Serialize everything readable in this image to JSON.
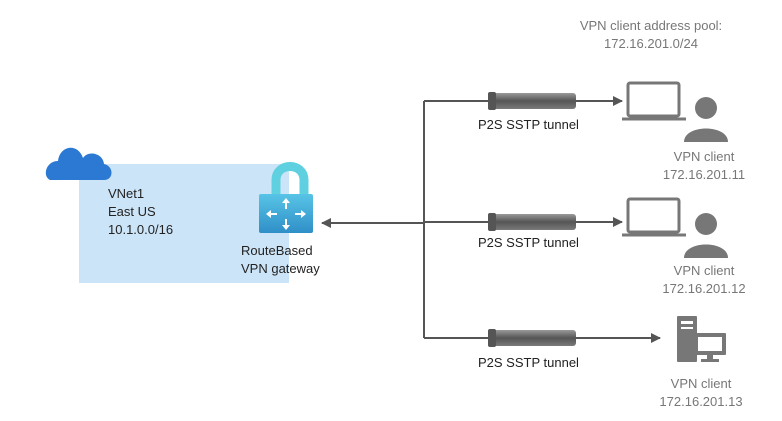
{
  "pool": {
    "label": "VPN client address pool:",
    "range": "172.16.201.0/24"
  },
  "vnet": {
    "name": "VNet1",
    "region": "East US",
    "address_space": "10.1.0.0/16"
  },
  "gateway": {
    "line1": "RouteBased",
    "line2": "VPN gateway"
  },
  "tunnels": [
    {
      "label": "P2S SSTP tunnel"
    },
    {
      "label": "P2S SSTP tunnel"
    },
    {
      "label": "P2S SSTP tunnel"
    }
  ],
  "clients": [
    {
      "label": "VPN client",
      "ip": "172.16.201.11",
      "device": "laptop"
    },
    {
      "label": "VPN client",
      "ip": "172.16.201.12",
      "device": "laptop"
    },
    {
      "label": "VPN client",
      "ip": "172.16.201.13",
      "device": "desktop"
    }
  ],
  "colors": {
    "vnet_fill": "#cce4f7",
    "cloud": "#2b79d2",
    "lock_shackle": "#5fd0df",
    "lock_body": "#3ea9d8",
    "line": "#555555",
    "device": "#777777",
    "pipe": "#666666",
    "pool_text": "#777777"
  }
}
